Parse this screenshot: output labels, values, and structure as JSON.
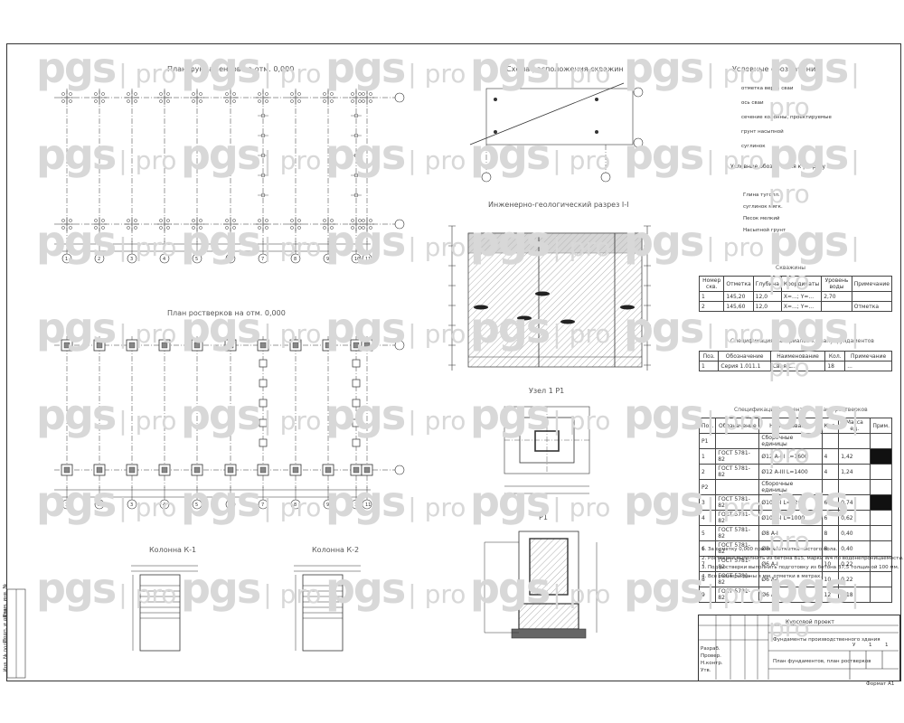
{
  "drawing": {
    "plan1_title": "План фундаментов на отм. 0,000",
    "plan2_title": "План ростверков на отм. 0,000",
    "scheme_title": "Схема расположения скважин",
    "section_title": "Инженерно-геологический разрез I-I",
    "detail1_title": "Узел 1 Р1",
    "detail2_title": "Р1",
    "column1_title": "Колонна К-1",
    "column2_title": "Колонна К-2",
    "legend_title": "Условные обозначения",
    "legend_items": [
      "отметка верха сваи",
      "ось сваи",
      "сечение колонны, проектируемые",
      "грунт насыпной",
      "суглинок"
    ],
    "legend2_title": "Условные обозначения к разрезу",
    "legend2_items": [
      "Глина тугопл.",
      "суглинок мягк.",
      "Песок мелкий",
      "Насыпной грунт"
    ],
    "axes_letters": [
      "1",
      "2",
      "3",
      "4",
      "5",
      "6",
      "7",
      "8",
      "9",
      "10",
      "11"
    ],
    "bore_table_title": "Скважины",
    "bore_table_headers": [
      "Номер скв.",
      "Отметка",
      "Глубина",
      "Координаты",
      "Уровень воды",
      "Примечание"
    ],
    "bore_table_rows": [
      [
        "1",
        "145,20",
        "12,0",
        "X=...; Y=...",
        "2,70",
        ""
      ],
      [
        "2",
        "145,60",
        "12,0",
        "X=...; Y=...",
        "",
        "Отметка"
      ]
    ],
    "spec1_title": "Спецификация материалов к плану фундаментов",
    "spec1_headers": [
      "Поз.",
      "Обозначение",
      "Наименование",
      "Кол.",
      "Примечание"
    ],
    "spec1_rows": [
      [
        "1",
        "Серия 1.011.1",
        "Свая С...",
        "18",
        "..."
      ]
    ],
    "spec2_title": "Спецификация элементов к плану ростверков",
    "spec2_headers": [
      "Поз.",
      "Обозначение",
      "Наименование",
      "Кол.",
      "Масса ед.",
      "Прим."
    ],
    "spec2_rows": [
      [
        "Р1",
        "",
        "Сборочные единицы",
        "",
        "",
        ""
      ],
      [
        "1",
        "ГОСТ 5781-82",
        "Ø12 A-III L=1600",
        "4",
        "1,42",
        ""
      ],
      [
        "2",
        "ГОСТ 5781-82",
        "Ø12 A-III L=1400",
        "4",
        "1,24",
        ""
      ],
      [
        "Р2",
        "",
        "Сборочные единицы",
        "",
        "",
        ""
      ],
      [
        "3",
        "ГОСТ 5781-82",
        "Ø10 A-I L=1200",
        "6",
        "0,74",
        ""
      ],
      [
        "4",
        "ГОСТ 5781-82",
        "Ø10 A-I L=1000",
        "6",
        "0,62",
        ""
      ],
      [
        "5",
        "ГОСТ 5781-82",
        "Ø8 A-I",
        "8",
        "0,40",
        ""
      ],
      [
        "6",
        "ГОСТ 5781-82",
        "Ø8 A-I",
        "8",
        "0,40",
        ""
      ],
      [
        "7",
        "ГОСТ 5781-82",
        "Ø6 A-I",
        "10",
        "0,22",
        ""
      ],
      [
        "8",
        "ГОСТ 5781-82",
        "Ø6 A-I",
        "10",
        "0,22",
        ""
      ],
      [
        "9",
        "ГОСТ 5781-82",
        "Ø6 A-I",
        "12",
        "0,18",
        ""
      ]
    ],
    "notes": [
      "1. За отметку 0,000 принята отметка чистого пола.",
      "2. Ростверки выполнить из бетона В15, марки W4 по водонепроницаемости.",
      "3. Под ростверки выполнить подготовку из бетона В7,5 толщиной 100 мм.",
      "4. Все размеры даны в мм, отметки в метрах."
    ],
    "stamp": {
      "project": "Курсовой проект",
      "object": "Фундаменты производственного здания",
      "sheet_title": "План фундаментов, план ростверков",
      "stage": "У",
      "sheet": "1",
      "sheets": "1",
      "rows": [
        "Разраб.",
        "Провер.",
        "Н.контр.",
        "Утв."
      ],
      "format": "Формат А1"
    },
    "left_strip": [
      "Инв. № подл.",
      "Подп. и дата",
      "Взам. инв. №"
    ]
  },
  "watermark": {
    "brand": "pgs",
    "suffix": "pro"
  }
}
